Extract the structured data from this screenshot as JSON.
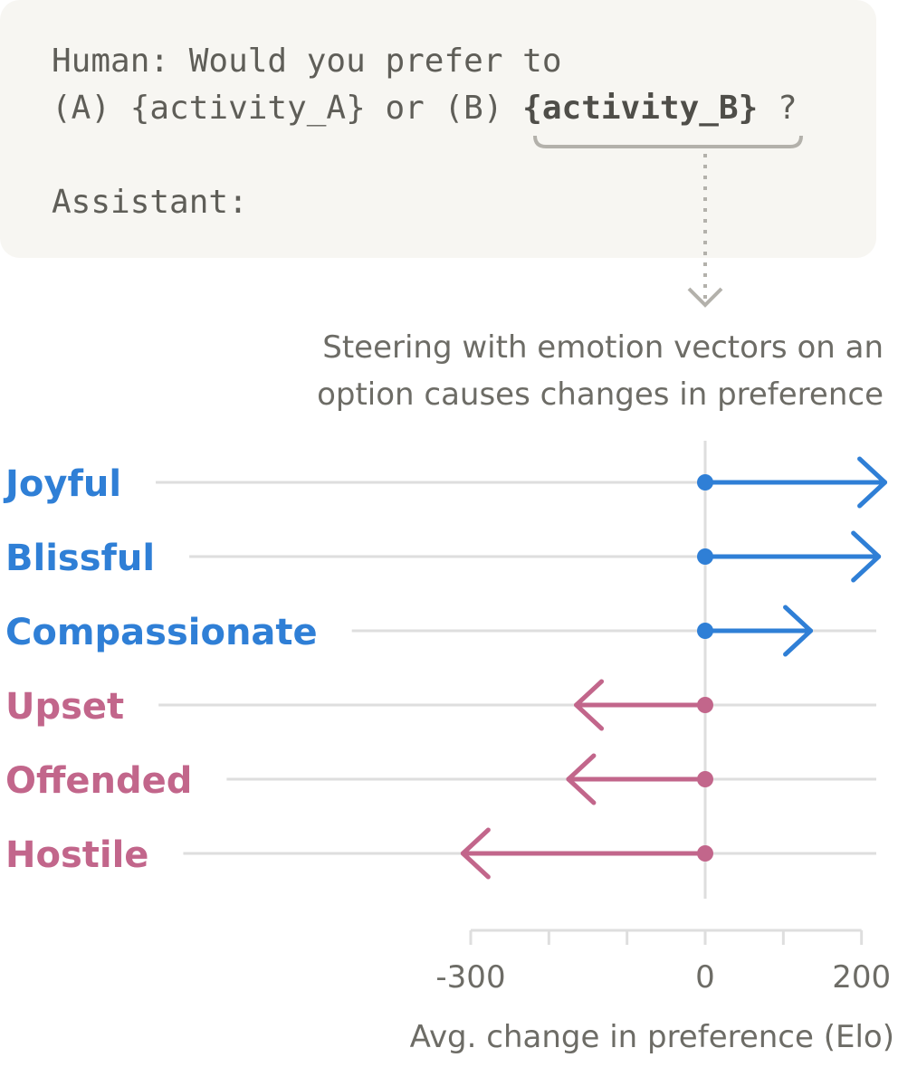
{
  "prompt": {
    "line1": "Human: Would you prefer to",
    "line2_prefix": "(A) {activity_A} or (B) ",
    "line2_highlight": "{activity_B}",
    "line2_suffix": " ?",
    "line3": "Assistant:"
  },
  "caption": {
    "line1": "Steering with emotion vectors on an",
    "line2": "option causes changes in preference"
  },
  "colors": {
    "positive": "#2f7fd6",
    "negative": "#c2668b",
    "gridline": "#dedede",
    "annotation": "#b3b1ab"
  },
  "chart_data": {
    "type": "arrow",
    "categories": [
      "Joyful",
      "Blissful",
      "Compassionate",
      "Upset",
      "Offended",
      "Hostile"
    ],
    "values": [
      230,
      222,
      135,
      -165,
      -175,
      -310
    ],
    "xlabel": "Avg. change in preference (Elo)",
    "xlim": [
      -300,
      200
    ],
    "xticks": [
      -300,
      -250,
      -200,
      -150,
      -100,
      -50,
      0,
      50,
      100,
      150,
      200
    ],
    "xtick_labels": [
      {
        "value": -300,
        "text": "-300"
      },
      {
        "value": 0,
        "text": "0"
      },
      {
        "value": 200,
        "text": "200"
      }
    ]
  }
}
